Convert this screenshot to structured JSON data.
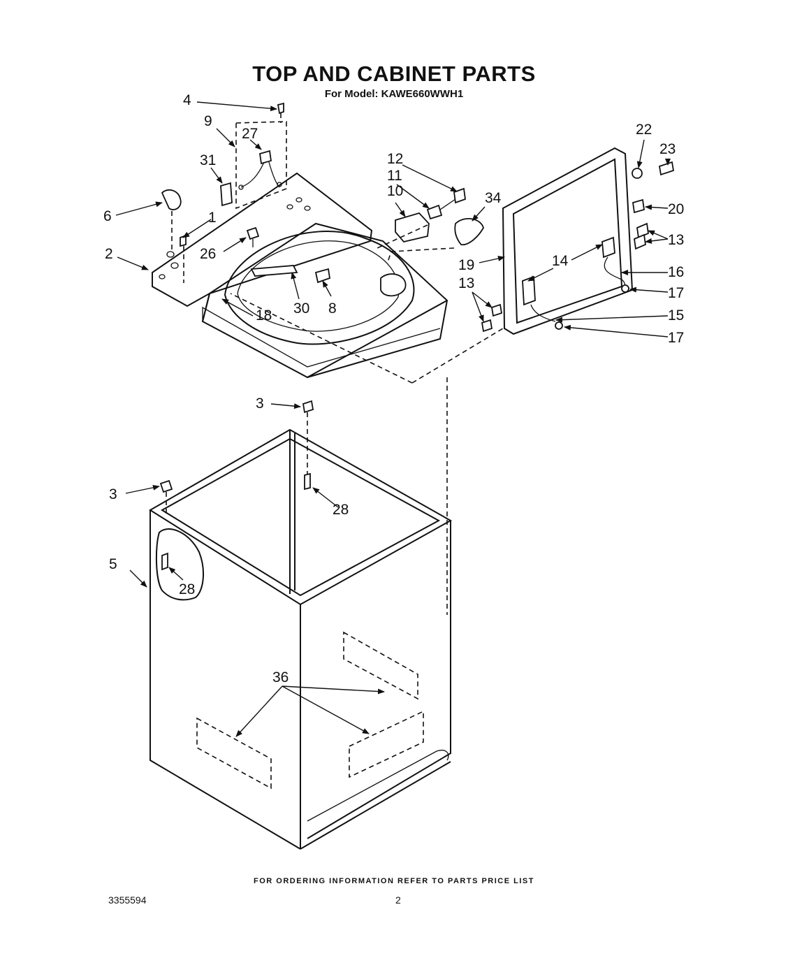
{
  "header": {
    "title": "TOP AND CABINET PARTS",
    "subtitle": "For Model: KAWE660WWH1"
  },
  "footer": {
    "ordering_note": "FOR ORDERING INFORMATION REFER TO PARTS PRICE LIST",
    "doc_number": "3355594",
    "page_number": "2"
  },
  "callouts": [
    "1",
    "2",
    "3",
    "3",
    "4",
    "5",
    "6",
    "8",
    "9",
    "10",
    "11",
    "12",
    "13",
    "13",
    "14",
    "15",
    "16",
    "17",
    "17",
    "18",
    "19",
    "20",
    "22",
    "23",
    "26",
    "27",
    "28",
    "28",
    "30",
    "31",
    "34",
    "36"
  ]
}
